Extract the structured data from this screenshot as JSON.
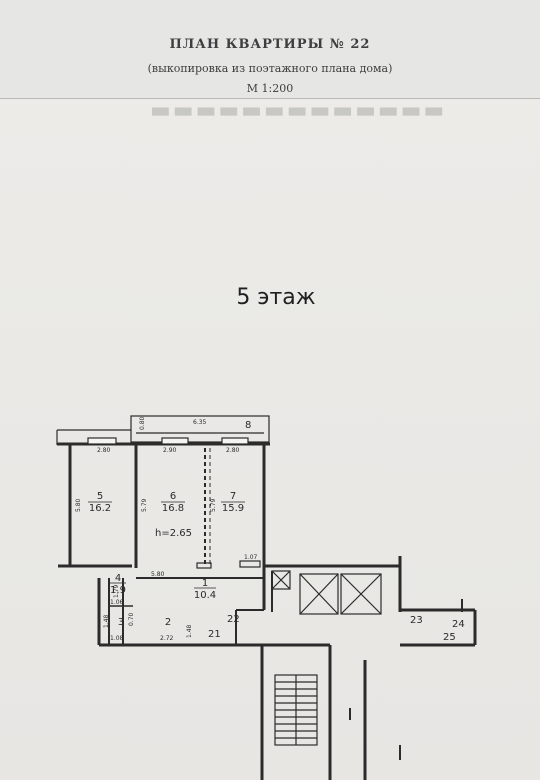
{
  "header": {
    "title": "ПЛАН КВАРТИРЫ № 22",
    "subtitle": "(выкопировка из поэтажного плана дома)",
    "scale": "М 1:200"
  },
  "floor_label": "5 этаж",
  "plan": {
    "ceiling_height": "h=2.65",
    "rooms": [
      {
        "number": "1",
        "area": "10.4"
      },
      {
        "number": "2",
        "area": ""
      },
      {
        "number": "3",
        "area": ""
      },
      {
        "number": "4",
        "area": "1.9"
      },
      {
        "number": "5",
        "area": "16.2"
      },
      {
        "number": "6",
        "area": "16.8"
      },
      {
        "number": "7",
        "area": "15.9"
      },
      {
        "number": "8",
        "area": ""
      }
    ],
    "other_numbers": [
      "21",
      "22",
      "23",
      "24",
      "25"
    ],
    "dimensions": [
      "6.35",
      "0.80",
      "2.80",
      "2.90",
      "2.80",
      "5.80",
      "5.79",
      "5.79",
      "1.07",
      "5.80",
      "1.79",
      "1.06",
      "1.48",
      "0.70",
      "1.48",
      "1.08",
      "2.72"
    ]
  }
}
